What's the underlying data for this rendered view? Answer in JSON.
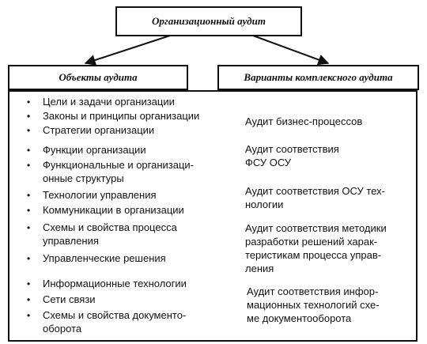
{
  "title": "Организационный аудит",
  "left_header": "Объекты аудита",
  "right_header": "Варианты комплексного аудита",
  "groups": [
    {
      "items": [
        [
          "Цели и задачи организации"
        ],
        [
          "Законы и принципы организации"
        ],
        [
          "Стратегии организации"
        ]
      ]
    },
    {
      "items": [
        [
          "Функции организации"
        ],
        [
          "Функциональные и организаци-",
          "онные структуры"
        ],
        [
          "Технологии управления"
        ],
        [
          "Коммуникации в организации"
        ]
      ]
    },
    {
      "items": [
        [
          "Схемы и свойства процесса",
          "управления"
        ],
        [
          "Управленческие решения"
        ]
      ]
    },
    {
      "items": [
        [
          "Информационные технологии"
        ],
        [
          "Сети связи"
        ],
        [
          "Схемы и свойства документо-",
          "оборота"
        ]
      ]
    }
  ],
  "results": [
    [
      "Аудит бизнес-процессов"
    ],
    [
      "Аудит соответствия",
      "ФСУ ОСУ"
    ],
    [
      "Аудит соответствия ОСУ тех-",
      "нологии"
    ],
    [
      "Аудит соответствия методики",
      "разработки решений харак-",
      "теристикам процесса управ-",
      "ления"
    ],
    [
      "Аудит соответствия инфор-",
      "мационных технологий схе-",
      "ме документооборота"
    ]
  ]
}
